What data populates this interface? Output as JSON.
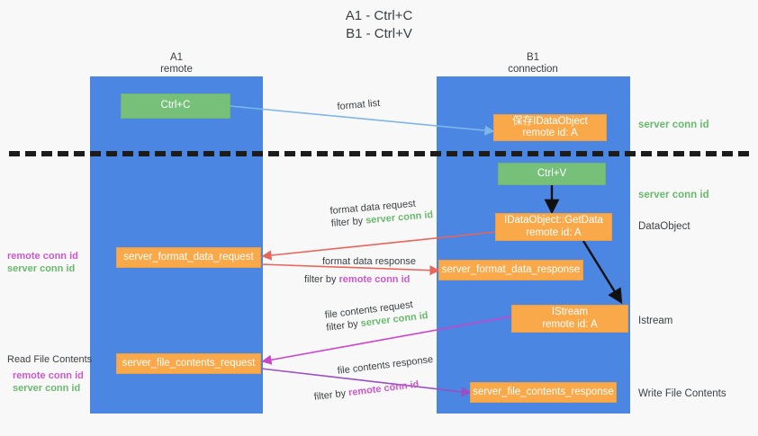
{
  "title": {
    "line1": "A1 - Ctrl+C",
    "line2": "B1 - Ctrl+V"
  },
  "lanes": [
    {
      "id": "A1",
      "name": "A1",
      "sub": "remote",
      "color": "#4a86e2"
    },
    {
      "id": "B1",
      "name": "B1",
      "sub": "connection",
      "color": "#4a86e2"
    }
  ],
  "nodes": {
    "ctrl_c": {
      "label": "Ctrl+C",
      "color": "#76c07a"
    },
    "data_object_remote": {
      "line1": "保存IDataObject",
      "line2": "remote id: A",
      "color": "#f9a94a"
    },
    "ctrl_v": {
      "label": "Ctrl+V",
      "color": "#76c07a"
    },
    "getdata": {
      "line1": "IDataObject::GetData",
      "line2": "remote id: A",
      "color": "#f9a94a"
    },
    "server_format_data_request": {
      "label": "server_format_data_request",
      "color": "#f9a94a"
    },
    "server_format_data_response": {
      "label": "server_format_data_response",
      "color": "#f9a94a"
    },
    "istream": {
      "line1": "IStream",
      "line2": "remote id: A",
      "color": "#f9a94a"
    },
    "server_file_contents_request": {
      "label": "server_file_contents_request",
      "color": "#f9a94a"
    },
    "server_file_contents_response": {
      "label": "server_file_contents_response",
      "color": "#f9a94a"
    }
  },
  "edge_labels": {
    "format_list": "format list",
    "format_data_request": "format data request",
    "format_data_request_filter_prefix": "filter by ",
    "format_data_request_filter_value": "server conn id",
    "format_data_response": "format data response",
    "format_data_response_filter_prefix": "filter by ",
    "format_data_response_filter_value": "remote conn id",
    "file_contents_request": "file contents request",
    "file_contents_request_filter_prefix": "filter by ",
    "file_contents_request_filter_value": "server conn id",
    "file_contents_response": "file contents response",
    "file_contents_response_filter_prefix": "filter by ",
    "file_contents_response_filter_value": "remote conn id"
  },
  "left_annotations": {
    "conn_pair_1": {
      "remote": "remote conn id",
      "server": "server conn id"
    },
    "read_file_contents": "Read File Contents",
    "conn_pair_2": {
      "remote": "remote conn id",
      "server": "server conn id"
    }
  },
  "right_annotations": {
    "server_conn_id_1": "server conn id",
    "server_conn_id_2": "server conn id",
    "data_object": "DataObject",
    "istream": "Istream",
    "write_file_contents": "Write File Contents"
  },
  "colors": {
    "lane": "#4a86e2",
    "green_node": "#76c07a",
    "orange_node": "#f9a94a",
    "server_conn_id": "#6aba6e",
    "remote_conn_id": "#cc59cc",
    "arrow_blue": "#7eb6e8",
    "arrow_red": "#e8655a",
    "arrow_magenta": "#cc44cc",
    "arrow_purple": "#9b4fc4",
    "arrow_black": "#111111",
    "background": "#f8f8f8"
  }
}
